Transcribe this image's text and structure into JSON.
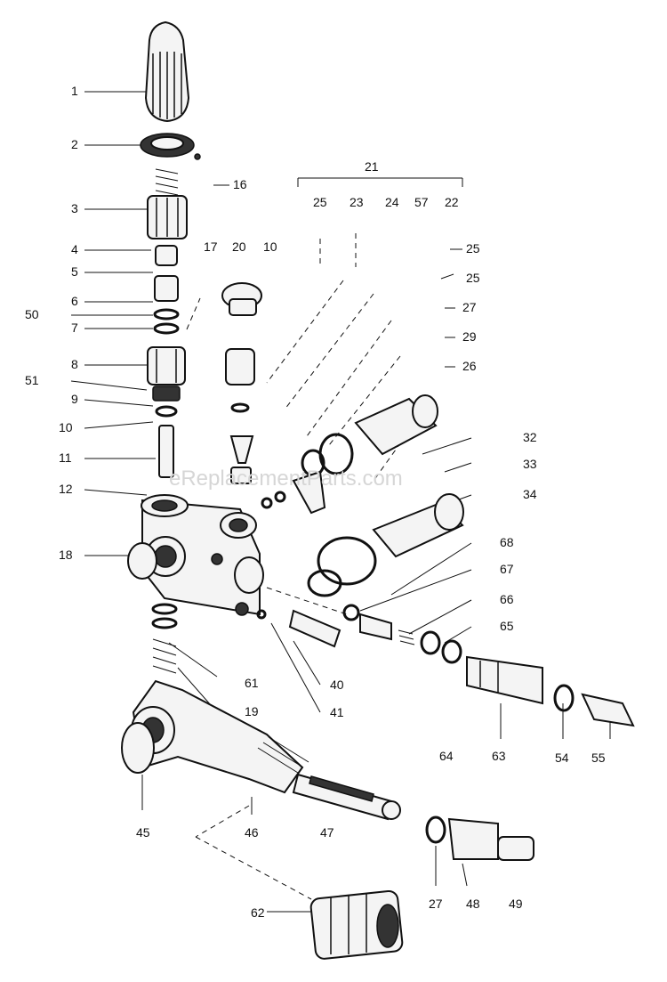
{
  "watermark": "eReplacementParts.com",
  "labels": {
    "l1": "1",
    "l2": "2",
    "l3": "3",
    "l4": "4",
    "l5": "5",
    "l6": "6",
    "l50": "50",
    "l7": "7",
    "l8": "8",
    "l51": "51",
    "l9": "9",
    "l10a": "10",
    "l11": "11",
    "l12": "12",
    "l16": "16",
    "l17": "17",
    "l20": "20",
    "l10b": "10",
    "l21": "21",
    "l25a": "25",
    "l23": "23",
    "l24": "24",
    "l57": "57",
    "l22": "22",
    "l25b": "25",
    "l25c": "25",
    "l27r": "27",
    "l29": "29",
    "l26": "26",
    "l32": "32",
    "l33": "33",
    "l34": "34",
    "l68": "68",
    "l67": "67",
    "l66": "66",
    "l65": "65",
    "l18": "18",
    "l61": "61",
    "l19": "19",
    "l40": "40",
    "l41": "41",
    "l64": "64",
    "l63": "63",
    "l54": "54",
    "l55": "55",
    "l45": "45",
    "l46": "46",
    "l47": "47",
    "l27b": "27",
    "l48": "48",
    "l49": "49",
    "l62": "62"
  }
}
